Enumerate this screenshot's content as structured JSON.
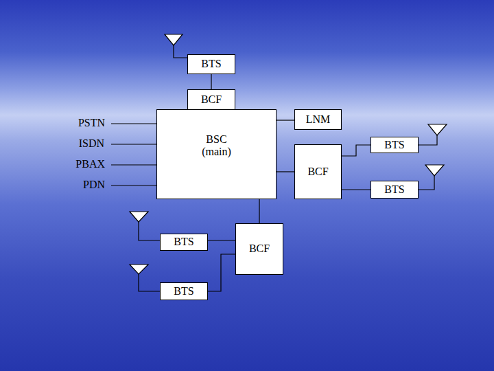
{
  "diagram": {
    "nodes": [
      {
        "text": [
          "BTS"
        ]
      },
      {
        "text": [
          "BCF"
        ]
      },
      {
        "text": [
          "BSC (main)"
        ]
      },
      {
        "text": [
          "LNM"
        ]
      },
      {
        "text": [
          "BCF"
        ]
      },
      {
        "text": [
          "BTS"
        ]
      },
      {
        "text": [
          "BTS"
        ]
      },
      {
        "text": [
          "BCF"
        ]
      },
      {
        "text": [
          "BTS"
        ]
      },
      {
        "text": [
          "BTS"
        ]
      }
    ],
    "edges": [
      {
        "from": 0,
        "to": 1,
        "arrow": "none"
      },
      {
        "from": 2,
        "to": 3,
        "arrow": "none"
      },
      {
        "from": 2,
        "to": 4,
        "arrow": "none"
      },
      {
        "from": 4,
        "to": 5,
        "arrow": "none"
      },
      {
        "from": 4,
        "to": 6,
        "arrow": "none"
      },
      {
        "from": 2,
        "to": 7,
        "arrow": "none"
      },
      {
        "from": 7,
        "to": 8,
        "arrow": "none"
      },
      {
        "from": 7,
        "to": 9,
        "arrow": "none"
      }
    ],
    "labels": [
      "PSTN",
      "ISDN",
      "PBAX",
      "PDN"
    ]
  }
}
